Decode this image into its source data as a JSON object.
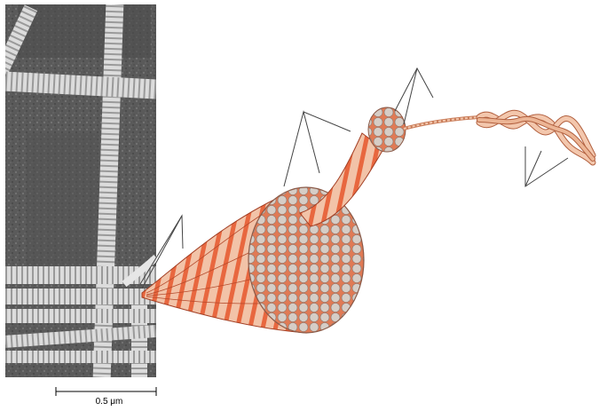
{
  "scale_bar": {
    "label": "0.5 μm"
  },
  "colors": {
    "fiber_light": "#f2c3a8",
    "fiber_band": "#e8673f",
    "fiber_dark": "#c74a2b",
    "fibril_cross_section": "#d8cfc8",
    "micrograph_bg": "#5e5e5e",
    "micrograph_fibril": "#dedede",
    "leader_line": "#444444",
    "background": "#ffffff"
  },
  "icons": [
    "electron-micrograph",
    "collagen-fiber",
    "collagen-fibril",
    "triple-helix"
  ]
}
